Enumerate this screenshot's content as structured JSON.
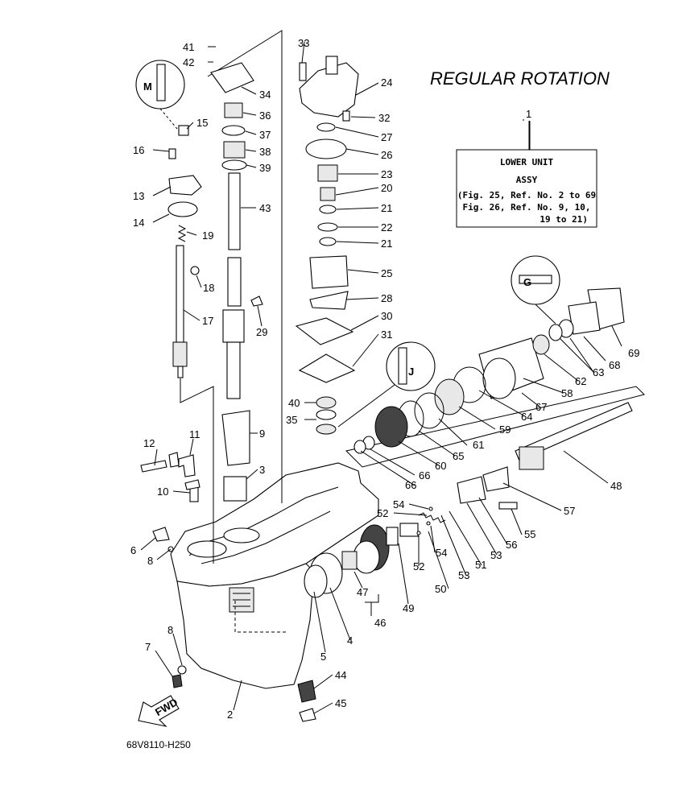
{
  "title": "REGULAR ROTATION",
  "diagram_code": "68V8110-H250",
  "fwd_label": "FWD",
  "box": {
    "ref": "1",
    "line1": "LOWER UNIT",
    "line2": "ASSY",
    "line3": "(Fig. 25, Ref. No. 2 to 69",
    "line4": "Fig. 26, Ref. No. 9, 10,",
    "line5": "19 to 21)"
  },
  "callouts": [
    "2",
    "3",
    "4",
    "5",
    "6",
    "7",
    "8",
    "8",
    "9",
    "10",
    "11",
    "12",
    "13",
    "14",
    "15",
    "16",
    "17",
    "18",
    "19",
    "20",
    "21",
    "21",
    "22",
    "23",
    "24",
    "25",
    "26",
    "27",
    "28",
    "29",
    "30",
    "31",
    "32",
    "33",
    "34",
    "35",
    "36",
    "37",
    "38",
    "39",
    "40",
    "41",
    "42",
    "43",
    "44",
    "45",
    "46",
    "47",
    "48",
    "49",
    "50",
    "51",
    "52",
    "52",
    "53",
    "53",
    "54",
    "54",
    "55",
    "56",
    "57",
    "58",
    "59",
    "60",
    "61",
    "62",
    "63",
    "64",
    "65",
    "66",
    "66",
    "67",
    "68",
    "69"
  ],
  "icons": [
    "grease-tube-icon",
    "grease-tube-icon",
    "grease-tube-icon",
    "fwd-arrow-icon"
  ]
}
